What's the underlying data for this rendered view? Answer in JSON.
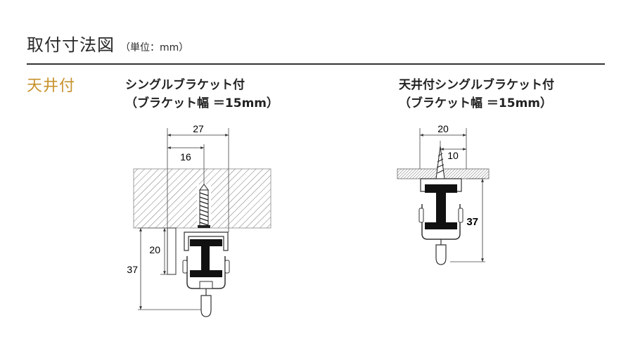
{
  "header": {
    "title": "取付寸法図",
    "unit": "（単位：mm）"
  },
  "section": {
    "label": "天井付"
  },
  "diagrams": [
    {
      "caption_line1": "シングルブラケット付",
      "caption_line2": "（ブラケット幅 ＝15mm）",
      "dim_width": "27",
      "dim_offset": "16",
      "dim_bracket": "20",
      "dim_height": "37"
    },
    {
      "caption_line1": "天井付シングルブラケット付",
      "caption_line2": "（ブラケット幅 ＝15mm）",
      "dim_width": "20",
      "dim_offset": "10",
      "dim_height": "37"
    }
  ],
  "colors": {
    "accent": "#c7922b",
    "line": "#333333",
    "rail": "#111111"
  }
}
